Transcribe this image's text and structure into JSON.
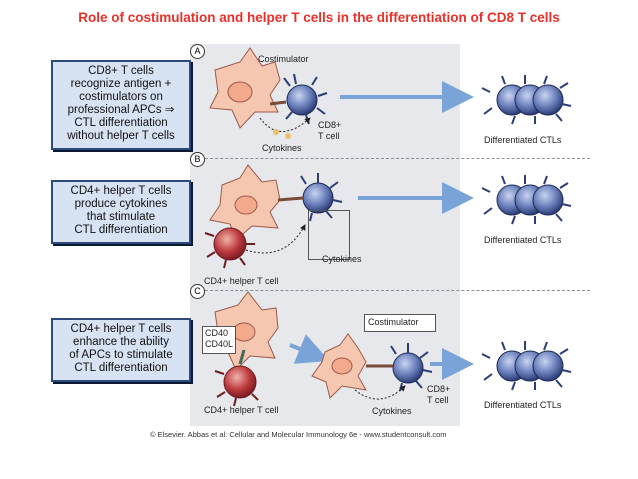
{
  "title": "Role of costimulation and helper T cells in the differentiation of CD8 T cells",
  "panels": [
    {
      "letter": "A",
      "lines": [
        "CD8+ T cells",
        "recognize antigen +",
        "costimulators on",
        "professional APCs ⇒",
        "CTL differentiation",
        "without helper T cells"
      ],
      "labels": {
        "costimulator": "Costimulator",
        "cd8": "CD8+",
        "tcell": "T cell",
        "cytokines": "Cytokines",
        "differentiated": "Differentiated CTLs"
      }
    },
    {
      "letter": "B",
      "lines": [
        "CD4+ helper T cells",
        "produce cytokines",
        "that stimulate",
        "CTL differentiation"
      ],
      "labels": {
        "cytokines": "Cytokines",
        "helper": "CD4+ helper T cell",
        "differentiated": "Differentiated CTLs"
      }
    },
    {
      "letter": "C",
      "lines": [
        "CD4+ helper T cells",
        "enhance the ability",
        "of APCs to stimulate",
        "CTL differentiation"
      ],
      "labels": {
        "cd40": "CD40",
        "cd40l": "CD40L",
        "costimulator": "Costimulator",
        "cd8": "CD8+",
        "tcell": "T cell",
        "cytokines": "Cytokines",
        "helper": "CD4+ helper T cell",
        "differentiated": "Differentiated CTLs"
      }
    }
  ],
  "credit": "© Elsevier. Abbas et al: Cellular and Molecular Immunology 6e - www.studentconsult.com",
  "colors": {
    "title": "#e8302a",
    "box_fill": "#d7e2f3",
    "box_border": "#2d4a7a",
    "apc": "#f6c7b0",
    "ctl": "#5b72b0",
    "helper": "#b8393e",
    "arrow": "#7aa3d8"
  }
}
